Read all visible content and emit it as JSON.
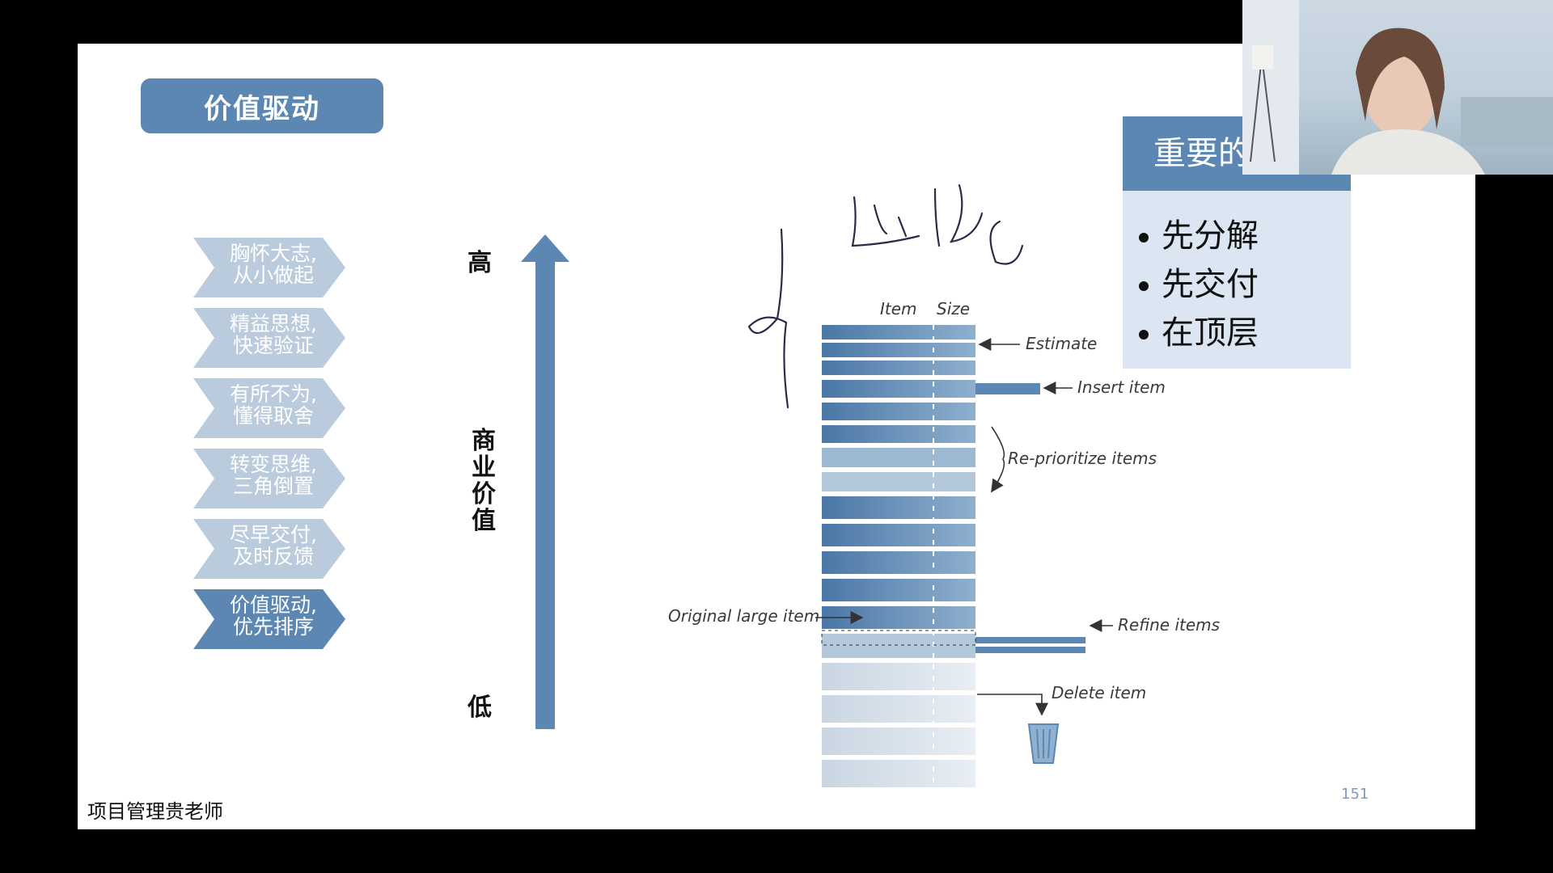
{
  "slide": {
    "title": "价值驱动",
    "footer": "项目管理贵老师",
    "page_number": "151"
  },
  "principles": [
    {
      "line1": "胸怀大志,",
      "line2": "从小做起",
      "active": false
    },
    {
      "line1": "精益思想,",
      "line2": "快速验证",
      "active": false
    },
    {
      "line1": "有所不为,",
      "line2": "懂得取舍",
      "active": false
    },
    {
      "line1": "转变思维,",
      "line2": "三角倒置",
      "active": false
    },
    {
      "line1": "尽早交付,",
      "line2": "及时反馈",
      "active": false
    },
    {
      "line1": "价值驱动,",
      "line2": "优先排序",
      "active": true
    }
  ],
  "axis": {
    "high": "高",
    "mid_chars": [
      "商",
      "业",
      "价",
      "值"
    ],
    "low": "低"
  },
  "backlog_diagram": {
    "col_item": "Item",
    "col_size": "Size",
    "estimate": "Estimate",
    "insert_item": "Insert item",
    "reprioritize": "Re-prioritize items",
    "original_large_item": "Original large item",
    "refine_items": "Refine items",
    "delete_item": "Delete item"
  },
  "important_box": {
    "heading": "重要的",
    "items": [
      "先分解",
      "先交付",
      "在顶层"
    ]
  },
  "colors": {
    "accent": "#5b87b2",
    "accent_dark": "#3f6f9f",
    "box_bg": "#dbe6f2",
    "chevron": "#b9cbdc"
  }
}
